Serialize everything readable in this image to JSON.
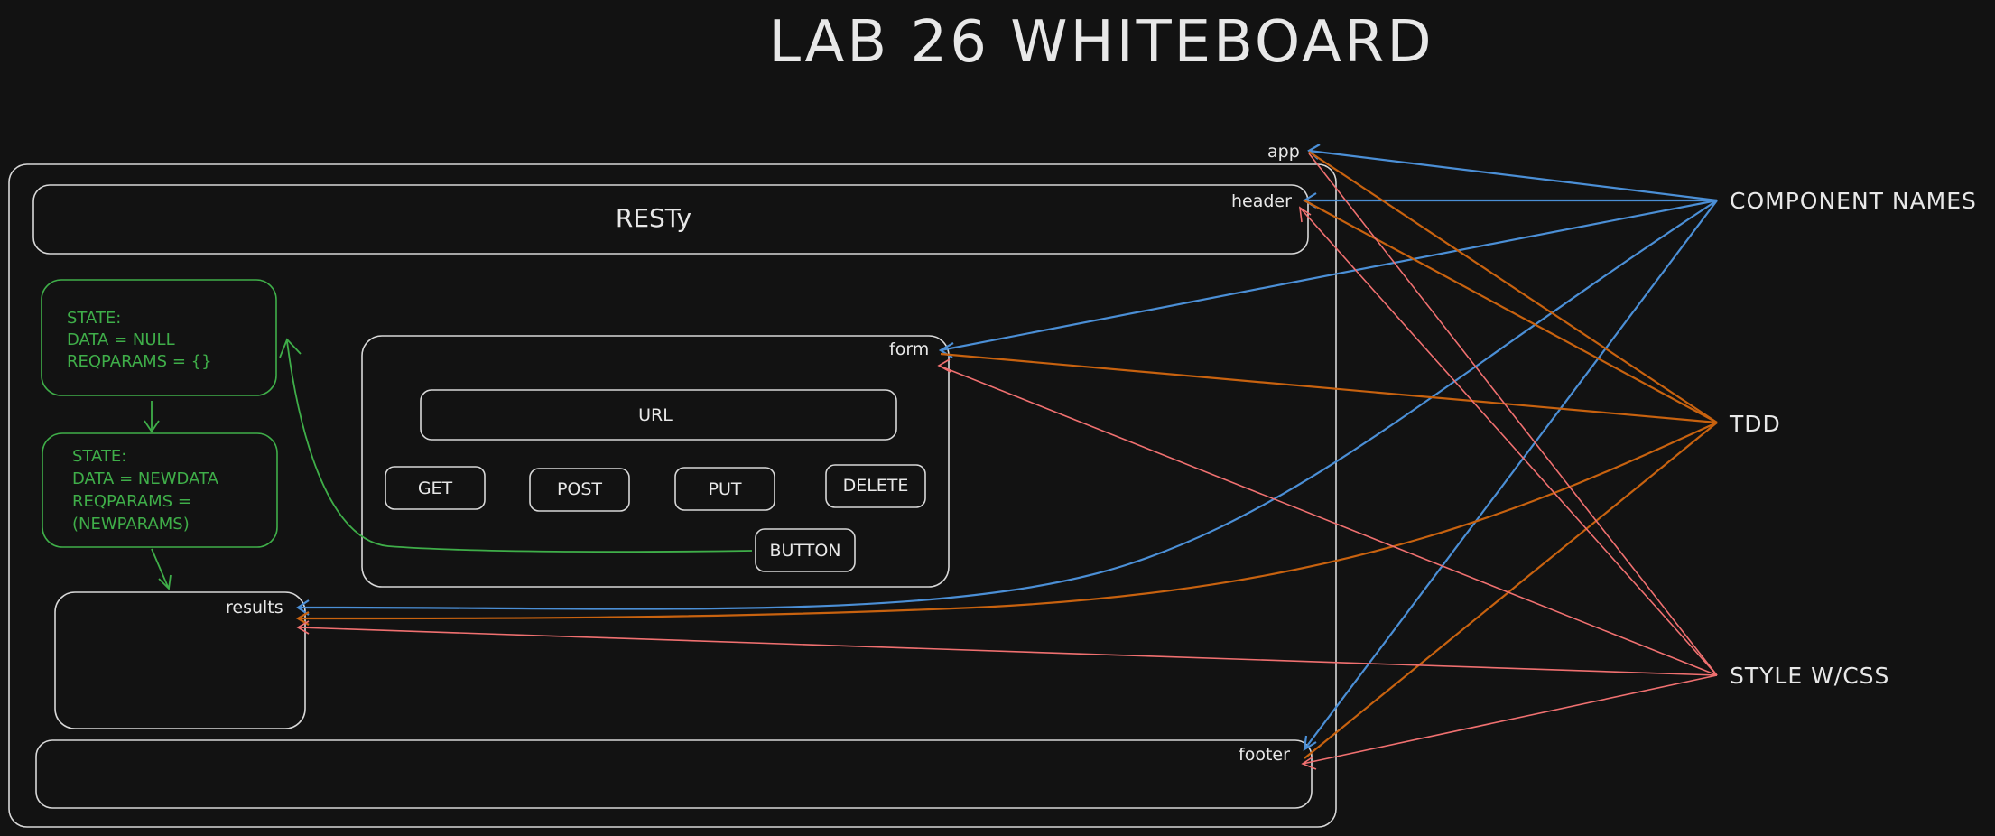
{
  "title": "LAB 26 WHITEBOARD",
  "components": {
    "app": "app",
    "header": "header",
    "header_text": "RESTy",
    "form": "form",
    "url_field": "URL",
    "methods": [
      "GET",
      "POST",
      "PUT",
      "DELETE"
    ],
    "button": "BUTTON",
    "results": "results",
    "footer": "footer"
  },
  "state_boxes": [
    {
      "lines": [
        "STATE:",
        "DATA = NULL",
        "REQPARAMS = {}"
      ]
    },
    {
      "lines": [
        "STATE:",
        "DATA = NEWDATA",
        "REQPARAMS =",
        "(NEWPARAMS)"
      ]
    }
  ],
  "legend": {
    "component_names": "COMPONENT NAMES",
    "tdd": "TDD",
    "style": "STYLE W/CSS"
  },
  "colors": {
    "background": "#121212",
    "outline": "#d8d8d8",
    "state": "#3fae49",
    "component_names_arrow": "#4b8fd6",
    "tdd_arrow": "#c8620f",
    "style_arrow": "#f07070"
  }
}
